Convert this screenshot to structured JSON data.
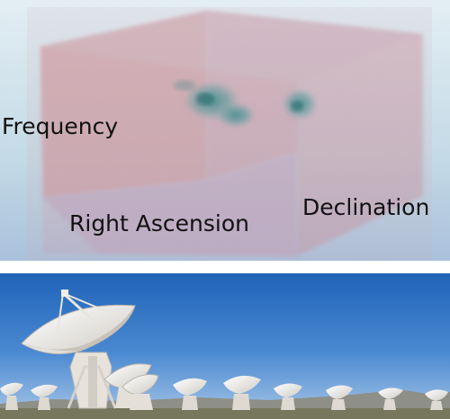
{
  "cube_figure": {
    "axis_labels": {
      "frequency": "Frequency",
      "right_ascension": "Right Ascension",
      "declination": "Declination"
    },
    "background_color": "#c3dce8",
    "cube_color": "#c98a8c"
  },
  "telescope_photo": {
    "sky_color": "#2d6fc0",
    "dish_color": "#f2f0eb",
    "ground_color": "#7a7a5a"
  }
}
